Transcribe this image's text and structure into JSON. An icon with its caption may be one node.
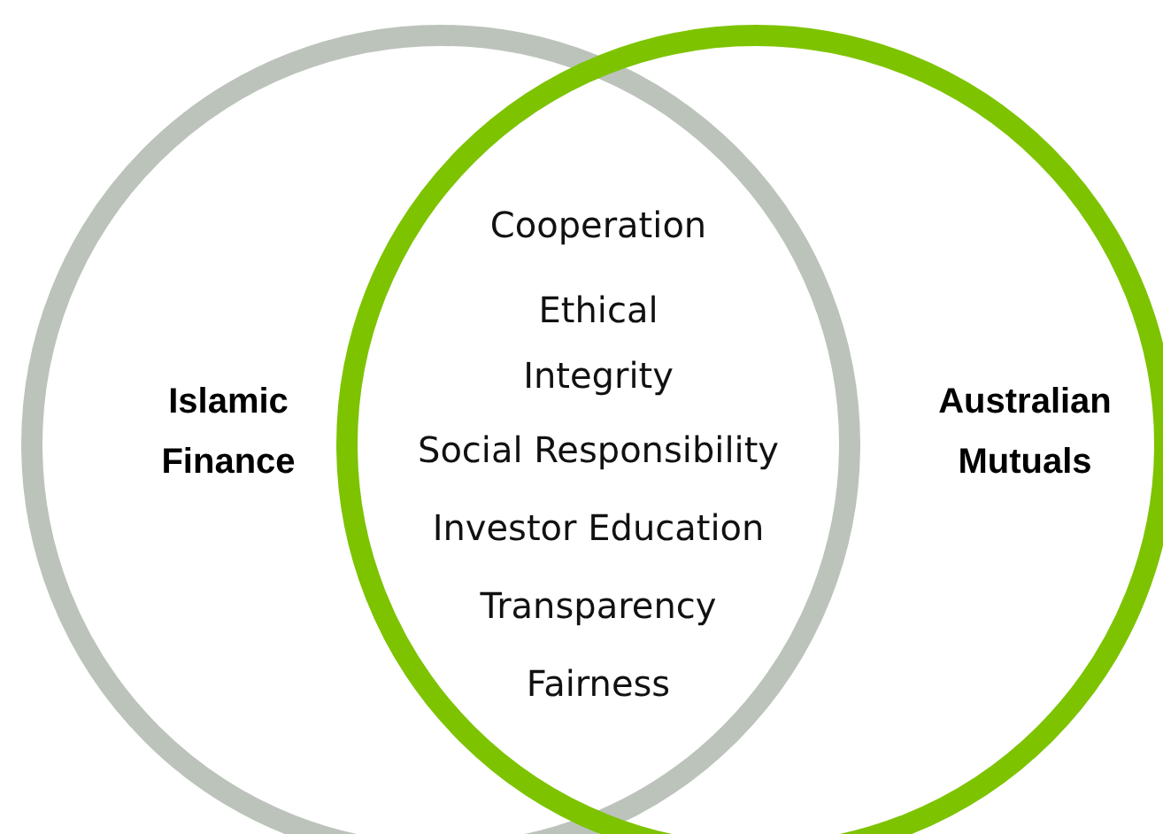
{
  "diagram": {
    "nodes": [
      {
        "text": [
          "Islamic Finance"
        ]
      },
      {
        "text": [
          "Australian Mutuals"
        ]
      }
    ],
    "labels": [
      "Cooperation",
      "Ethical",
      "Integrity",
      "Social Responsibility",
      "Investor Education",
      "Transparency",
      "Fairness"
    ]
  }
}
